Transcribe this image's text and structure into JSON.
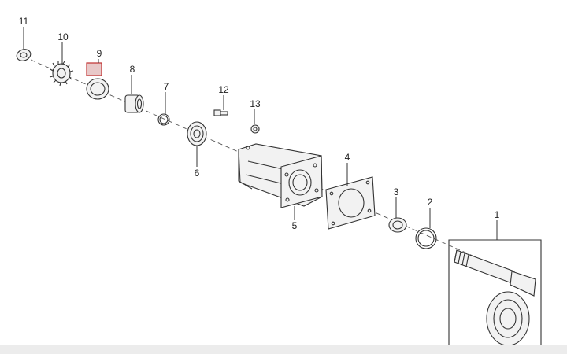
{
  "diagram": {
    "callouts": [
      "1",
      "2",
      "3",
      "4",
      "5",
      "6",
      "7",
      "8",
      "9",
      "10",
      "11",
      "12",
      "13"
    ],
    "highlight_color": "#e8c8c8",
    "highlight_border": "#c03030",
    "line_color": "#333333"
  }
}
